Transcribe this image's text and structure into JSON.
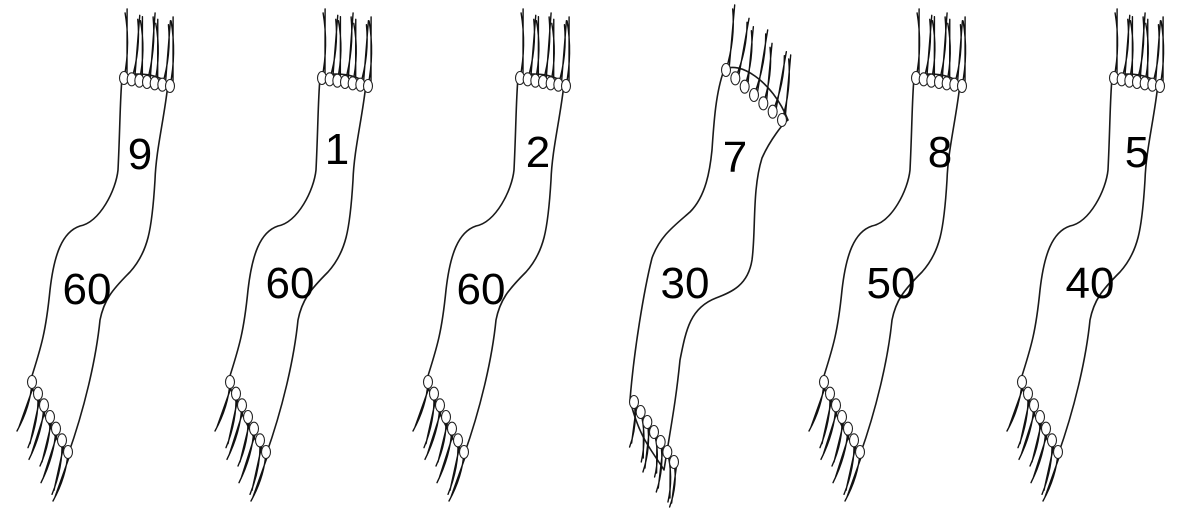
{
  "scarves": [
    {
      "top_number": "9",
      "bottom_number": "60"
    },
    {
      "top_number": "1",
      "bottom_number": "60"
    },
    {
      "top_number": "2",
      "bottom_number": "60"
    },
    {
      "top_number": "7",
      "bottom_number": "30"
    },
    {
      "top_number": "8",
      "bottom_number": "50"
    },
    {
      "top_number": "5",
      "bottom_number": "40"
    }
  ],
  "colors": {
    "background": "#ffffff",
    "ink": "#000000"
  }
}
